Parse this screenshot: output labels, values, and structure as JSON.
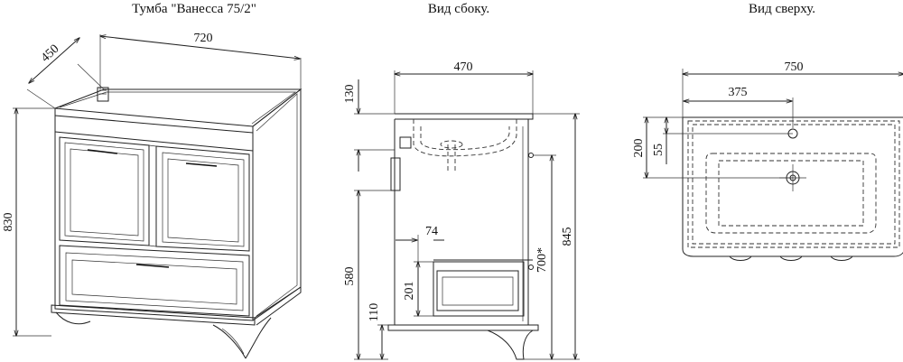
{
  "titles": {
    "front": "Тумба \"Ванесса 75/2\"",
    "side": "Вид сбоку.",
    "top": "Вид сверху."
  },
  "front_dims": {
    "width": "720",
    "depth": "450",
    "height": "830"
  },
  "side_dims": {
    "depth": "470",
    "top": "130",
    "leg_base": "580",
    "leg": "110",
    "drawer": "201",
    "offset": "74",
    "total": "845",
    "inner": "700*"
  },
  "top_dims": {
    "width": "750",
    "half": "375",
    "depth": "200",
    "hole": "55"
  }
}
